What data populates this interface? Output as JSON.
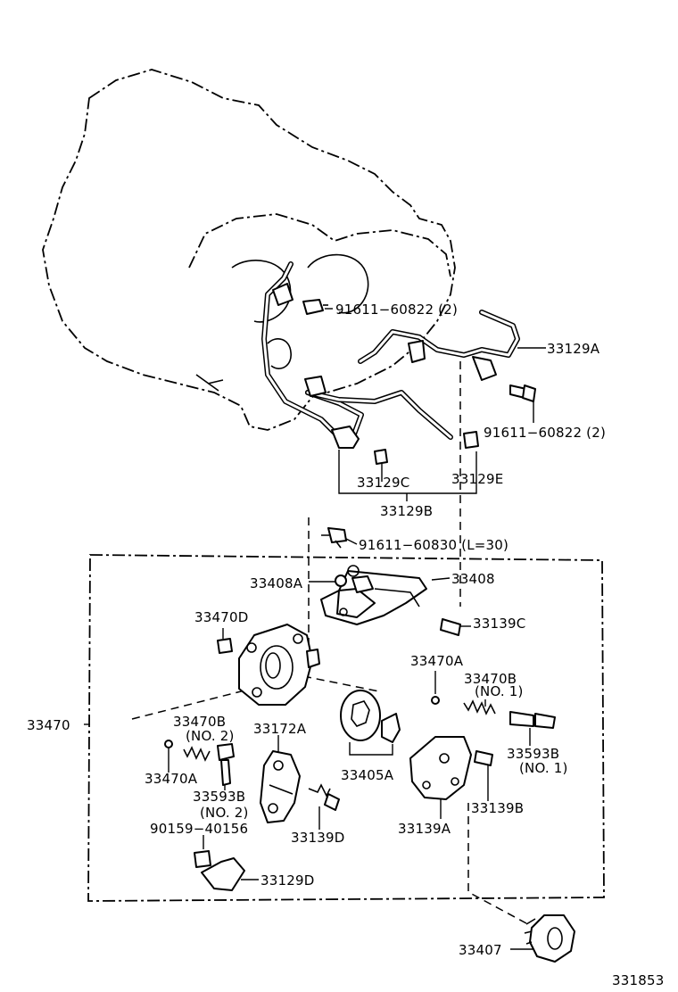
{
  "labels": {
    "p91611_60822_top": "91611−60822 (2)",
    "p33129A": "33129A",
    "p91611_60822_right": "91611−60822 (2)",
    "p33129C": "33129C",
    "p33129E": "33129E",
    "p33129B": "33129B",
    "p91611_60830": "91611−60830 (L=30)",
    "p33408A": "33408A",
    "p33408": "33408",
    "p33470D": "33470D",
    "p33139C": "33139C",
    "p33470A_right": "33470A",
    "p33470B_no1": "33470B",
    "p33470B_no1_sub": "(NO. 1)",
    "p33470": "33470",
    "p33470B_no2": "33470B",
    "p33470B_no2_sub": "(NO. 2)",
    "p33172A": "33172A",
    "p33593B_no1": "33593B",
    "p33593B_no1_sub": "(NO. 1)",
    "p33470A_left": "33470A",
    "p33405A": "33405A",
    "p33593B_no2": "33593B",
    "p33593B_no2_sub": "(NO. 2)",
    "p33139B": "33139B",
    "p90159_40156": "90159−40156",
    "p33139D": "33139D",
    "p33139A": "33139A",
    "p33129D": "33129D",
    "p33407": "33407",
    "figure_number": "331853"
  }
}
